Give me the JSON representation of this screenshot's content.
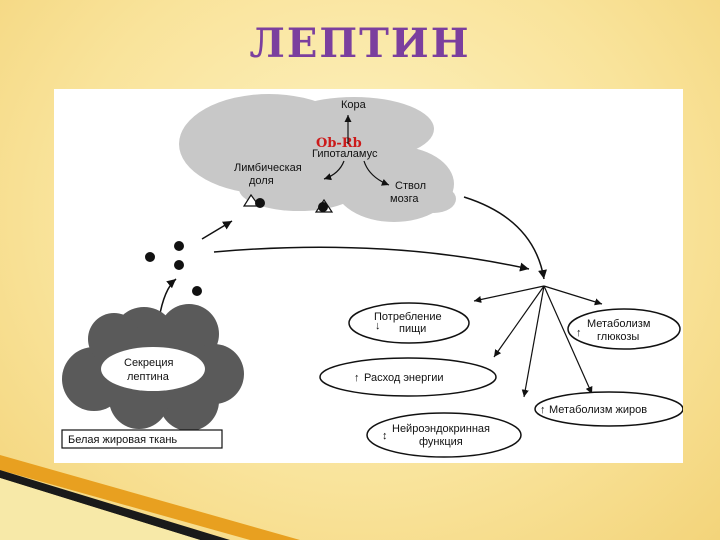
{
  "slide": {
    "title": "ЛЕПТИН"
  },
  "diagram": {
    "brain": {
      "cortex": "Кора",
      "receptor": "Ob-Rb",
      "hypothalamus": "Гипоталамус",
      "limbic_line1": "Лимбическая",
      "limbic_line2": "доля",
      "stem_line1": "Ствол",
      "stem_line2": "мозга"
    },
    "fat": {
      "secretion_line1": "Секреция",
      "secretion_line2": "лептина",
      "tissue_label": "Белая жировая ткань"
    },
    "effects": {
      "food_line1": "Потребление",
      "food_line2": "пищи",
      "energy": "Расход энергии",
      "neuro_line1": "Нейроэндокринная",
      "neuro_line2": "функция",
      "glucose_line1": "Метаболизм",
      "glucose_line2": "глюкозы",
      "lipid": "Метаболизм жиров"
    }
  }
}
